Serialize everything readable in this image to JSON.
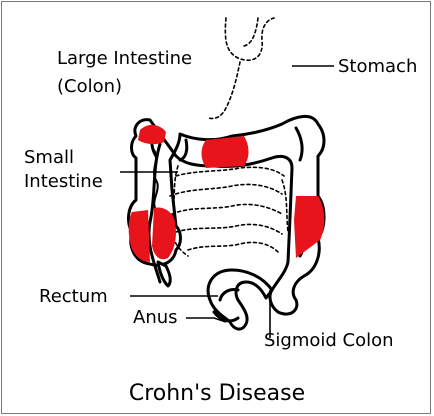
{
  "labels": {
    "large_intestine_line1": "Large Intestine",
    "large_intestine_line2": "(Colon)",
    "stomach": "Stomach",
    "small_intestine_line1": "Small",
    "small_intestine_line2": "Intestine",
    "rectum": "Rectum",
    "anus": "Anus",
    "sigmoid_colon": "Sigmoid Colon"
  },
  "caption": "Crohn's Disease",
  "colors": {
    "inflamed": "#e8141c",
    "outline": "#000000",
    "background": "#ffffff",
    "frame": "#7a7a7a"
  }
}
